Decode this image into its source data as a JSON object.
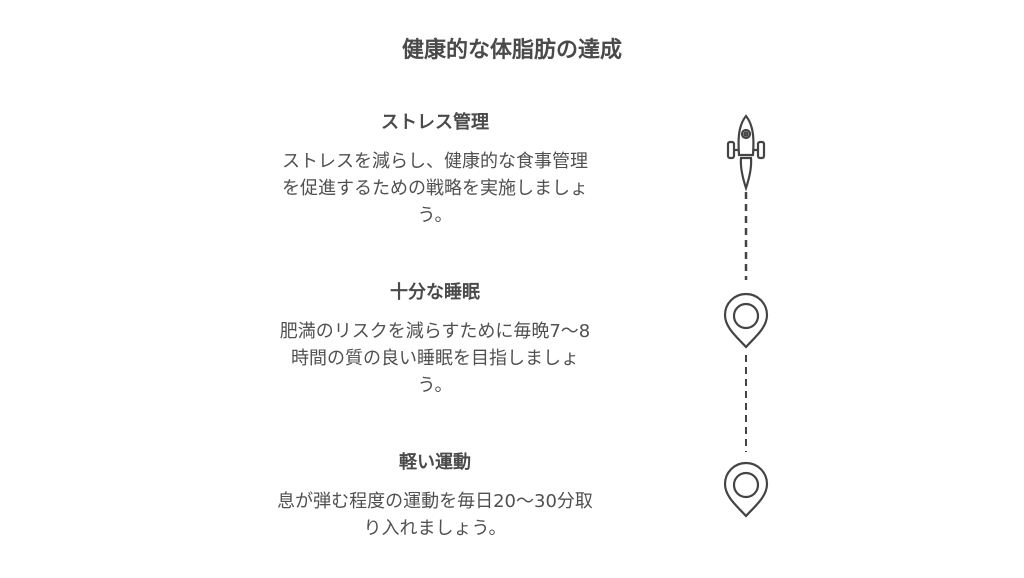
{
  "title": "健康的な体脂肪の達成",
  "steps": [
    {
      "heading": "ストレス管理",
      "lines": [
        "ストレスを減らし、健康的な食事管理",
        "を促進するための戦略を実施しましょ",
        "う。"
      ],
      "icon": "rocket-icon"
    },
    {
      "heading": "十分な睡眠",
      "lines": [
        "肥満のリスクを減らすために毎晩7～8",
        "時間の質の良い睡眠を目指しましょ",
        "う。"
      ],
      "icon": "map-pin-icon"
    },
    {
      "heading": "軽い運動",
      "lines": [
        "息が弾む程度の運動を毎日20～30分取",
        "り入れましょう。"
      ],
      "icon": "map-pin-icon"
    }
  ],
  "colors": {
    "stroke": "#444444"
  }
}
